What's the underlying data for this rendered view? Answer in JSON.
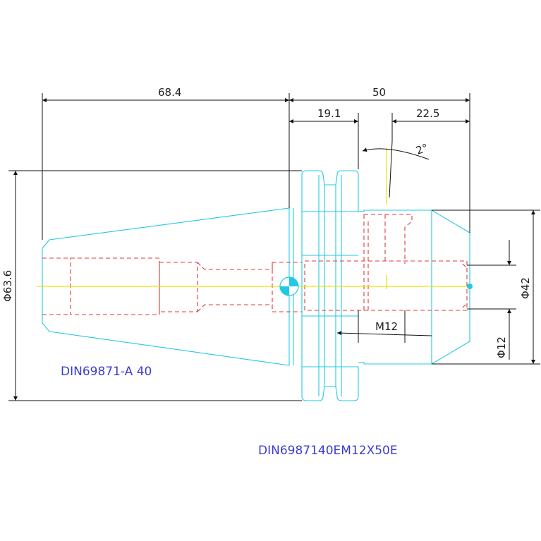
{
  "dimensions": {
    "taper_length": "68.4",
    "overall_length": "50",
    "flange_to_neck": "19.1",
    "front_length": "22.5",
    "angle": "2°",
    "flange_diameter": "Φ63.6",
    "nose_diameter": "Φ42",
    "bore_diameter": "Φ12",
    "thread": "M12"
  },
  "notes": {
    "standard": "DIN69871-A 40",
    "part_number": "DIN6987140EM12X50E"
  },
  "colors": {
    "outline": "#22c8e6",
    "hidden": "#e03a3a",
    "center": "#e6e600",
    "dimension": "#111111",
    "note": "#3b3bd6"
  }
}
